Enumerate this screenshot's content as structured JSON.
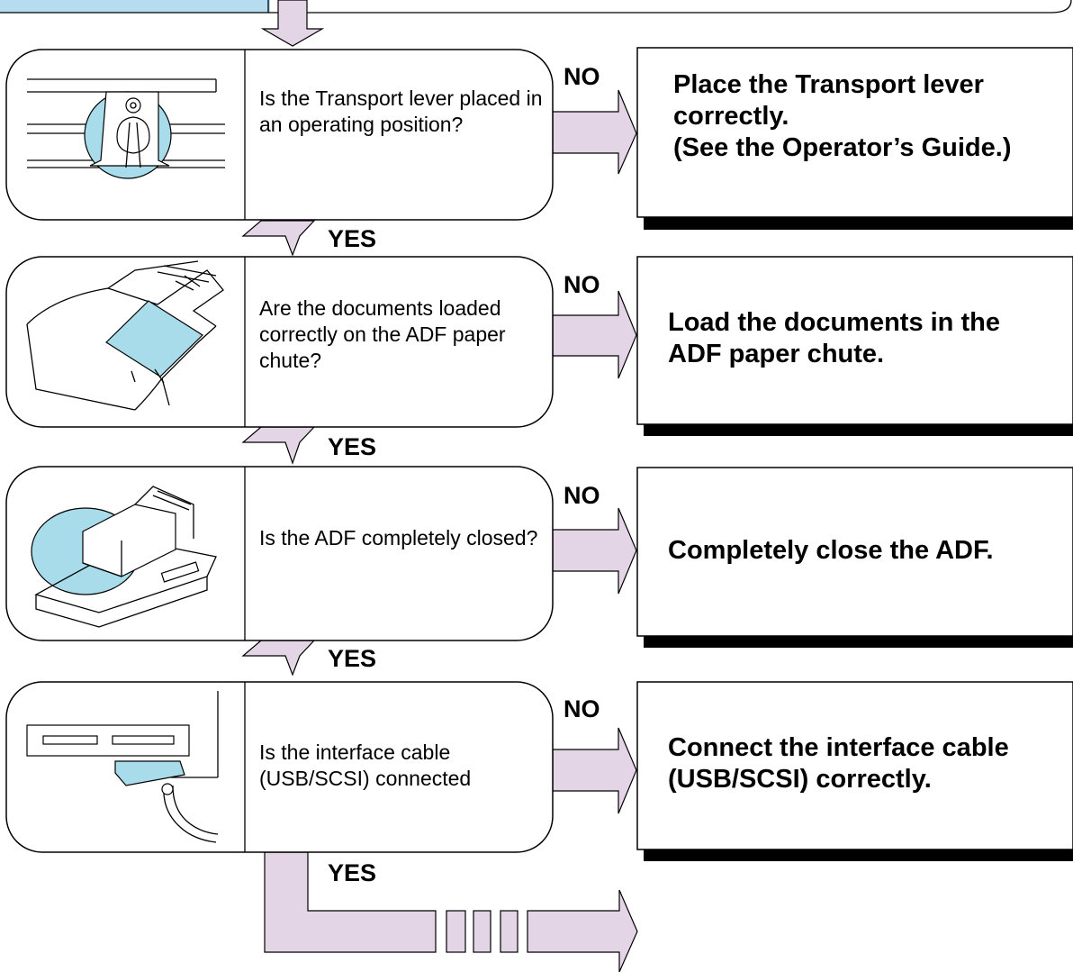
{
  "steps": [
    {
      "question": "Is the Transport lever placed in an operating position?",
      "no_label": "NO",
      "yes_label": "YES",
      "action_line1": "Place the Transport lever",
      "action_line2": "correctly.",
      "action_line3": "(See the Operator’s Guide.)"
    },
    {
      "question": "Are the documents loaded correctly on the ADF paper chute?",
      "no_label": "NO",
      "yes_label": "YES",
      "action_line1": "Load the documents in the",
      "action_line2": "ADF paper chute."
    },
    {
      "question": "Is the ADF completely closed?",
      "no_label": "NO",
      "yes_label": "YES",
      "action_line1": "Completely close the ADF."
    },
    {
      "question": "Is the interface cable (USB/SCSI) connected",
      "no_label": "NO",
      "yes_label": "YES",
      "action_line1": "Connect the interface cable",
      "action_line2": "(USB/SCSI) correctly."
    }
  ],
  "colors": {
    "arrow_fill": "#e3d4e6",
    "highlight_fill": "#a8dcea",
    "stroke": "#000000"
  }
}
